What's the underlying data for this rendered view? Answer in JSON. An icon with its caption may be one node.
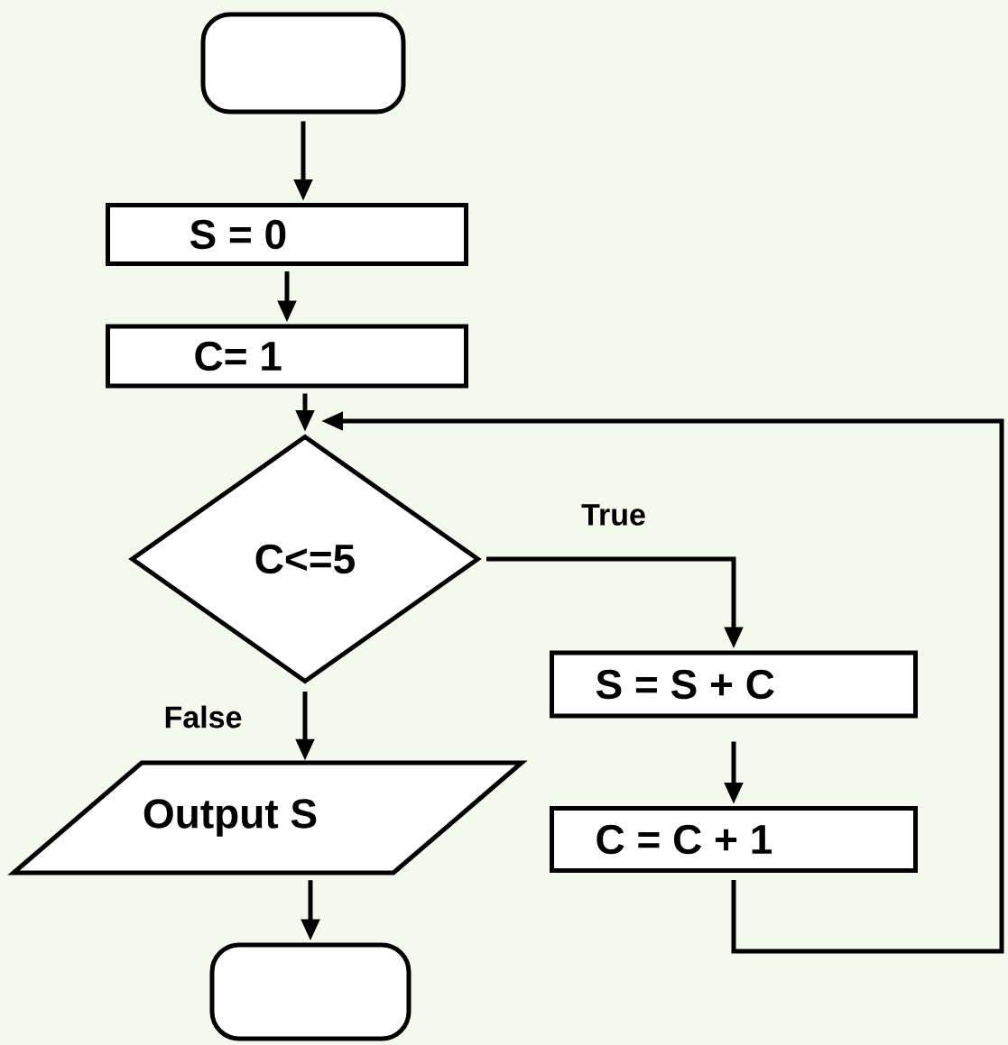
{
  "diagram": {
    "nodes": [
      {
        "text": [],
        "shape": "box"
      },
      {
        "text": [
          "S = 0"
        ]
      },
      {
        "text": [
          "C= 1"
        ]
      },
      {
        "text": [
          "C<=5"
        ]
      },
      {
        "text": [
          "S = S + C"
        ]
      },
      {
        "text": [
          "Output S"
        ]
      },
      {
        "text": [
          "C = C + 1"
        ]
      },
      {
        "text": [],
        "shape": "box"
      }
    ],
    "edges": [
      {
        "from": 0,
        "to": 1,
        "arrow": "to"
      },
      {
        "from": 1,
        "to": 2,
        "arrow": "to"
      },
      {
        "from": 2,
        "to": 3,
        "arrow": "to"
      },
      {
        "from": 3,
        "to": 4,
        "arrow": "to",
        "label": "True"
      },
      {
        "from": 4,
        "to": 6,
        "arrow": "to"
      },
      {
        "from": 6,
        "to": 3,
        "arrow": "to"
      },
      {
        "from": 3,
        "to": 5,
        "arrow": "to",
        "label": "False"
      },
      {
        "from": 5,
        "to": 7,
        "arrow": "to"
      }
    ]
  }
}
